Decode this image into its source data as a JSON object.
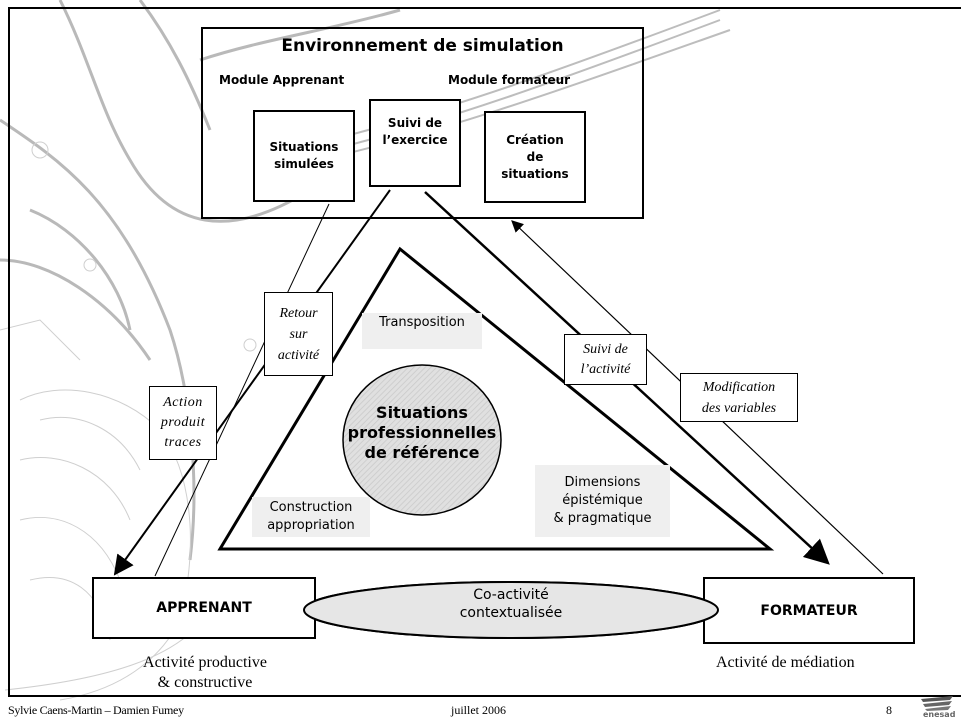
{
  "env": {
    "title": "Environnement de simulation",
    "module_apprenant": "Module Apprenant",
    "module_formateur": "Module formateur",
    "box_situations": "Situations\nsimulées",
    "box_suivi": "Suivi de\nl’exercice",
    "box_creation": "Création\nde\nsituations"
  },
  "labels": {
    "retour": "Retour\nsur\nactivité",
    "action": "Action\nproduit\ntraces",
    "suivi_activite": "Suivi de\nl’activité",
    "modification": "Modification\ndes variables"
  },
  "triangle": {
    "center": "Situations\nprofessionnelles\nde référence",
    "transposition": "Transposition",
    "construction": "Construction\nappropriation",
    "dimensions": "Dimensions\népistémique\n& pragmatique"
  },
  "bottom": {
    "apprenant": "APPRENANT",
    "formateur": "FORMATEUR",
    "coactivite": "Co-activité\ncontextualisée",
    "activite_productive": "Activité productive\n& constructive",
    "activite_mediation": "Activité de médiation"
  },
  "footer": {
    "authors": "Sylvie Caens-Martin – Damien Fumey",
    "date": "juillet 2006",
    "page": "8",
    "logo_text": "enesad"
  }
}
